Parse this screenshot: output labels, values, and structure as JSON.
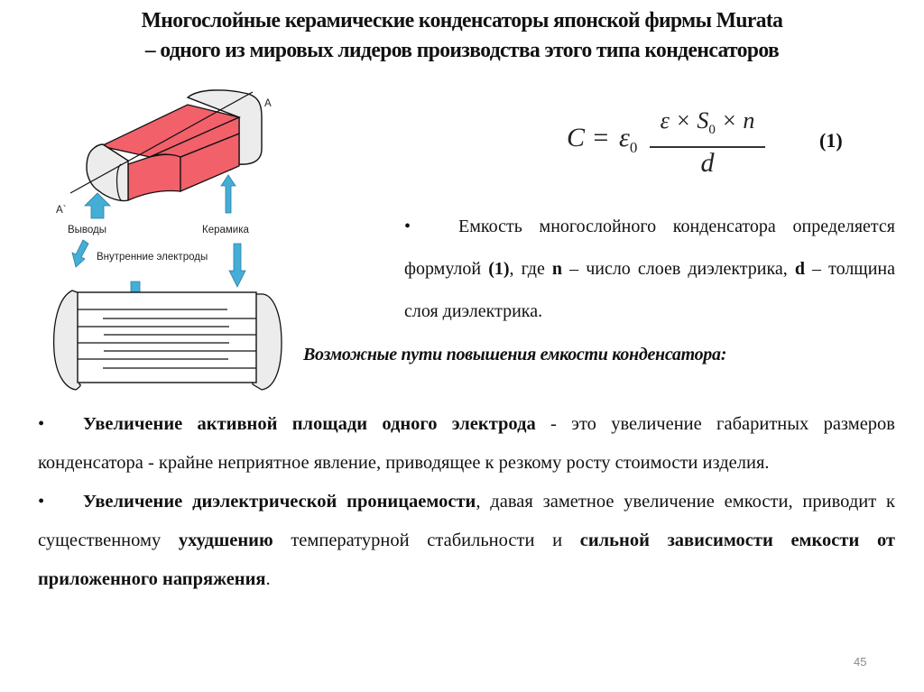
{
  "slide": {
    "title_line1": "Многослойные керамические конденсаторы японской фирмы Murata",
    "title_line2": "– одного из мировых лидеров производства этого типа конденсаторов",
    "page_number": "45"
  },
  "diagram": {
    "labels": {
      "axis_a": "A",
      "axis_a_prime": "A`",
      "terminals": "Выводы",
      "ceramic": "Керамика",
      "internal_electrodes": "Внутренние электроды"
    },
    "colors": {
      "ceramic_body": "#f2606a",
      "terminal_fill": "#ececec",
      "arrow": "#45aed6",
      "outline": "#111111"
    }
  },
  "formula": {
    "lhs": "C =",
    "eps0": "ε",
    "eps0_sub": "0",
    "numerator_a": "ε × S",
    "numerator_sub": "0",
    "numerator_b": " × n",
    "denominator": "d",
    "equation_number": "(1)"
  },
  "capacitance_paragraph": {
    "bullet": "•",
    "text_1": "Емкость многослойного конденсатора определяется формулой ",
    "ref": "(1)",
    "text_2": ", где ",
    "n_symbol": "n",
    "text_3": " – число слоев диэлектрика, ",
    "d_symbol": "d",
    "text_4": " – толщина слоя диэлектрика."
  },
  "subheading": "Возможные пути повышения емкости конденсатора:",
  "bullets": [
    {
      "bullet": "•",
      "bold": "Увеличение активной площади одного электрода",
      "rest": " - это увеличение габаритных размеров конденсатора - крайне неприятное явление, приводящее к резкому росту стоимости изделия."
    },
    {
      "bullet": "•",
      "bold": "Увеличение диэлектрической проницаемости",
      "rest_1": ", давая заметное увеличение емкости, приводит к существенному ",
      "bold_2": "ухудшению",
      "rest_2": " температурной стабильности и ",
      "bold_3": "сильной зависимости емкости от приложенного напряжения",
      "rest_3": "."
    }
  ]
}
